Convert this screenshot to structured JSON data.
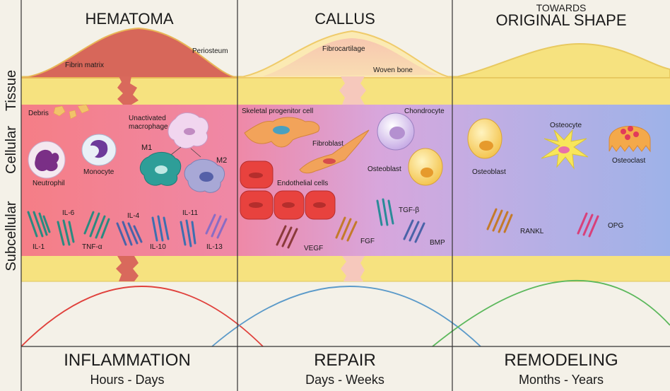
{
  "headers": {
    "hematoma": "HEMATOMA",
    "callus": "CALLUS",
    "towards": "TOWARDS",
    "original_shape": "ORIGINAL SHAPE"
  },
  "row_labels": {
    "tissue": "Tissue",
    "cellular": "Cellular",
    "subcellular": "Subcellular"
  },
  "tissue_labels": {
    "periosteum": "Periosteum",
    "fibrin_matrix": "Fibrin matrix",
    "fibrocartilage": "Fibrocartilage",
    "woven_bone": "Woven bone"
  },
  "cells": {
    "debris": "Debris",
    "unactivated_1": "Unactivated",
    "unactivated_2": "macrophage",
    "m1": "M1",
    "m2": "M2",
    "neutrophil": "Neutrophil",
    "monocyte": "Monocyte",
    "skeletal_progenitor": "Skeletal progenitor cell",
    "fibroblast": "Fibroblast",
    "chondrocyte": "Chondrocyte",
    "osteoblast_repair": "Osteoblast",
    "endothelial": "Endothelial cells",
    "osteoblast_remodel": "Osteoblast",
    "osteocyte": "Osteocyte",
    "osteoclast": "Osteoclast"
  },
  "molecules": {
    "il6": "IL-6",
    "il4": "IL-4",
    "il11": "IL-11",
    "il1": "IL-1",
    "tnfa": "TNF-α",
    "il10": "IL-10",
    "il13": "IL-13",
    "tgfb": "TGF-β",
    "vegf": "VEGF",
    "fgf": "FGF",
    "bmp": "BMP",
    "rankl": "RANKL",
    "opg": "OPG"
  },
  "phases": [
    {
      "name": "INFLAMMATION",
      "time": "Hours - Days"
    },
    {
      "name": "REPAIR",
      "time": "Days - Weeks"
    },
    {
      "name": "REMODELING",
      "time": "Months - Years"
    }
  ],
  "colors": {
    "bone": "#f6e27f",
    "hematoma": "#d7685a",
    "inflammation_bg": "#f47f88",
    "repair_bg": "#dca8d8",
    "remodel_bg": "#aab4e6",
    "curve_inflammation": "#e0413c",
    "curve_repair": "#5b9ac9",
    "curve_remodel": "#5cb85c"
  }
}
